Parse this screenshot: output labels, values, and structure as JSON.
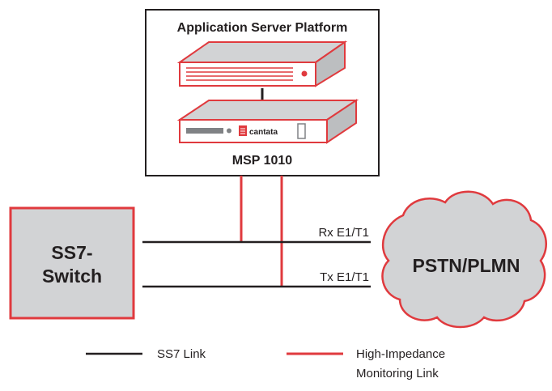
{
  "platform": {
    "title": "Application Server Platform",
    "device_label": "MSP 1010",
    "brand_label": "cantata"
  },
  "switch": {
    "line1": "SS7-",
    "line2": "Switch"
  },
  "network": {
    "label": "PSTN/PLMN"
  },
  "links": {
    "rx_label": "Rx E1/T1",
    "tx_label": "Tx E1/T1"
  },
  "legend": {
    "ss7": "SS7 Link",
    "monitor_line1": "High-Impedance",
    "monitor_line2": "Monitoring Link"
  },
  "colors": {
    "accent_red": "#e03a3e",
    "box_gray": "#d2d3d5",
    "panel_gray": "#808285",
    "line_black": "#231f20",
    "cloud_gray": "#d2d3d5"
  }
}
